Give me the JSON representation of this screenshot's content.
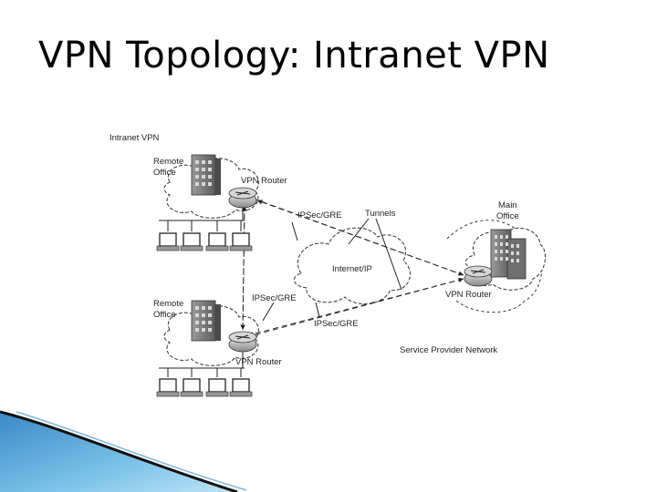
{
  "slide": {
    "title": "VPN Topology: Intranet VPN"
  },
  "diagram": {
    "caption": "Intranet VPN",
    "remote_office_top": {
      "label_line1": "Remote",
      "label_line2": "Office",
      "router_label": "VPN Router"
    },
    "remote_office_bottom": {
      "label_line1": "Remote",
      "label_line2": "Office",
      "router_label": "VPN Router"
    },
    "main_office": {
      "label_line1": "Main",
      "label_line2": "Office",
      "router_label": "VPN Router"
    },
    "internet_label": "Internet/IP",
    "tunnel_labels": {
      "top": "IPSec/GRE",
      "tunnels": "Tunnels",
      "left_mid": "IPSec/GRE",
      "bottom": "IPSec/GRE"
    },
    "service_provider_label": "Service Provider Network"
  }
}
